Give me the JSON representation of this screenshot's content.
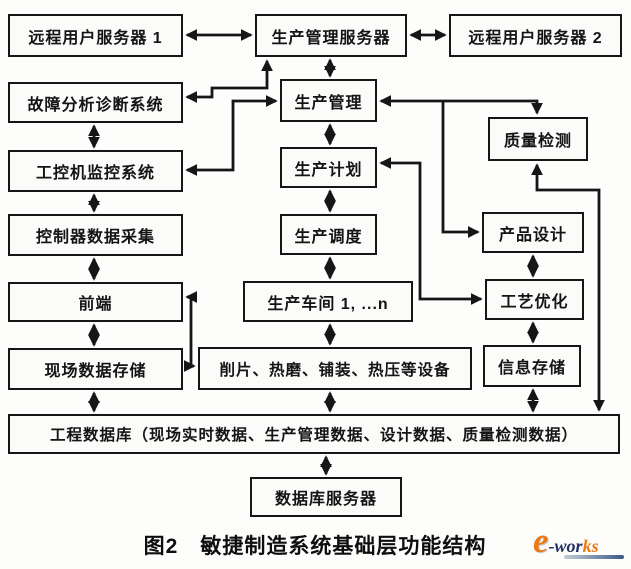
{
  "nodes": {
    "remote_server_1": "远程用户服务器 1",
    "prod_mgmt_server": "生产管理服务器",
    "remote_server_2": "远程用户服务器 2",
    "fault_diagnosis": "故障分析诊断系统",
    "prod_mgmt": "生产管理",
    "quality_inspection": "质量检测",
    "ipc_monitor": "工控机监控系统",
    "prod_plan": "生产计划",
    "product_design": "产品设计",
    "controller_daq": "控制器数据采集",
    "prod_scheduling": "生产调度",
    "process_optimization": "工艺优化",
    "front_end": "前端",
    "workshops": "生产车间 1, ...n",
    "info_storage": "信息存储",
    "field_data_storage": "现场数据存储",
    "equipment": "削片、热磨、铺装、热压等设备",
    "engineering_db": "工程数据库（现场实时数据、生产管理数据、设计数据、质量检测数据）",
    "db_server": "数据库服务器"
  },
  "caption": "图2　敏捷制造系统基础层功能结构",
  "logo": {
    "e": "e",
    "wor": "-wor",
    "ks": "ks"
  },
  "edges": [
    {
      "from": "remote_server_1",
      "to": "prod_mgmt_server",
      "bidirectional": true
    },
    {
      "from": "prod_mgmt_server",
      "to": "remote_server_2",
      "bidirectional": true
    },
    {
      "from": "prod_mgmt_server",
      "to": "prod_mgmt",
      "bidirectional": true
    },
    {
      "from": "prod_mgmt_server",
      "to": "fault_diagnosis",
      "bidirectional": true
    },
    {
      "from": "prod_mgmt",
      "to": "ipc_monitor",
      "bidirectional": true
    },
    {
      "from": "fault_diagnosis",
      "to": "ipc_monitor",
      "bidirectional": true
    },
    {
      "from": "ipc_monitor",
      "to": "controller_daq",
      "bidirectional": true
    },
    {
      "from": "controller_daq",
      "to": "front_end",
      "bidirectional": true
    },
    {
      "from": "front_end",
      "to": "field_data_storage",
      "bidirectional": true
    },
    {
      "from": "front_end",
      "to": "equipment",
      "bidirectional": true
    },
    {
      "from": "field_data_storage",
      "to": "engineering_db",
      "bidirectional": true
    },
    {
      "from": "prod_mgmt",
      "to": "prod_plan",
      "bidirectional": true
    },
    {
      "from": "prod_plan",
      "to": "prod_scheduling",
      "bidirectional": true
    },
    {
      "from": "prod_scheduling",
      "to": "workshops",
      "bidirectional": true
    },
    {
      "from": "workshops",
      "to": "equipment",
      "bidirectional": true
    },
    {
      "from": "equipment",
      "to": "engineering_db",
      "bidirectional": true
    },
    {
      "from": "engineering_db",
      "to": "db_server",
      "bidirectional": true
    },
    {
      "from": "prod_mgmt",
      "to": "quality_inspection",
      "bidirectional": true
    },
    {
      "from": "prod_mgmt",
      "to": "product_design",
      "bidirectional": false
    },
    {
      "from": "prod_plan",
      "to": "process_optimization",
      "bidirectional": true
    },
    {
      "from": "product_design",
      "to": "process_optimization",
      "bidirectional": true
    },
    {
      "from": "process_optimization",
      "to": "info_storage",
      "bidirectional": true
    },
    {
      "from": "info_storage",
      "to": "engineering_db",
      "bidirectional": true
    },
    {
      "from": "quality_inspection",
      "to": "engineering_db",
      "bidirectional": true
    }
  ],
  "colors": {
    "line": "#161616",
    "box_border": "#161616",
    "logo_navy": "#223067",
    "logo_orange": "#ee7811"
  }
}
